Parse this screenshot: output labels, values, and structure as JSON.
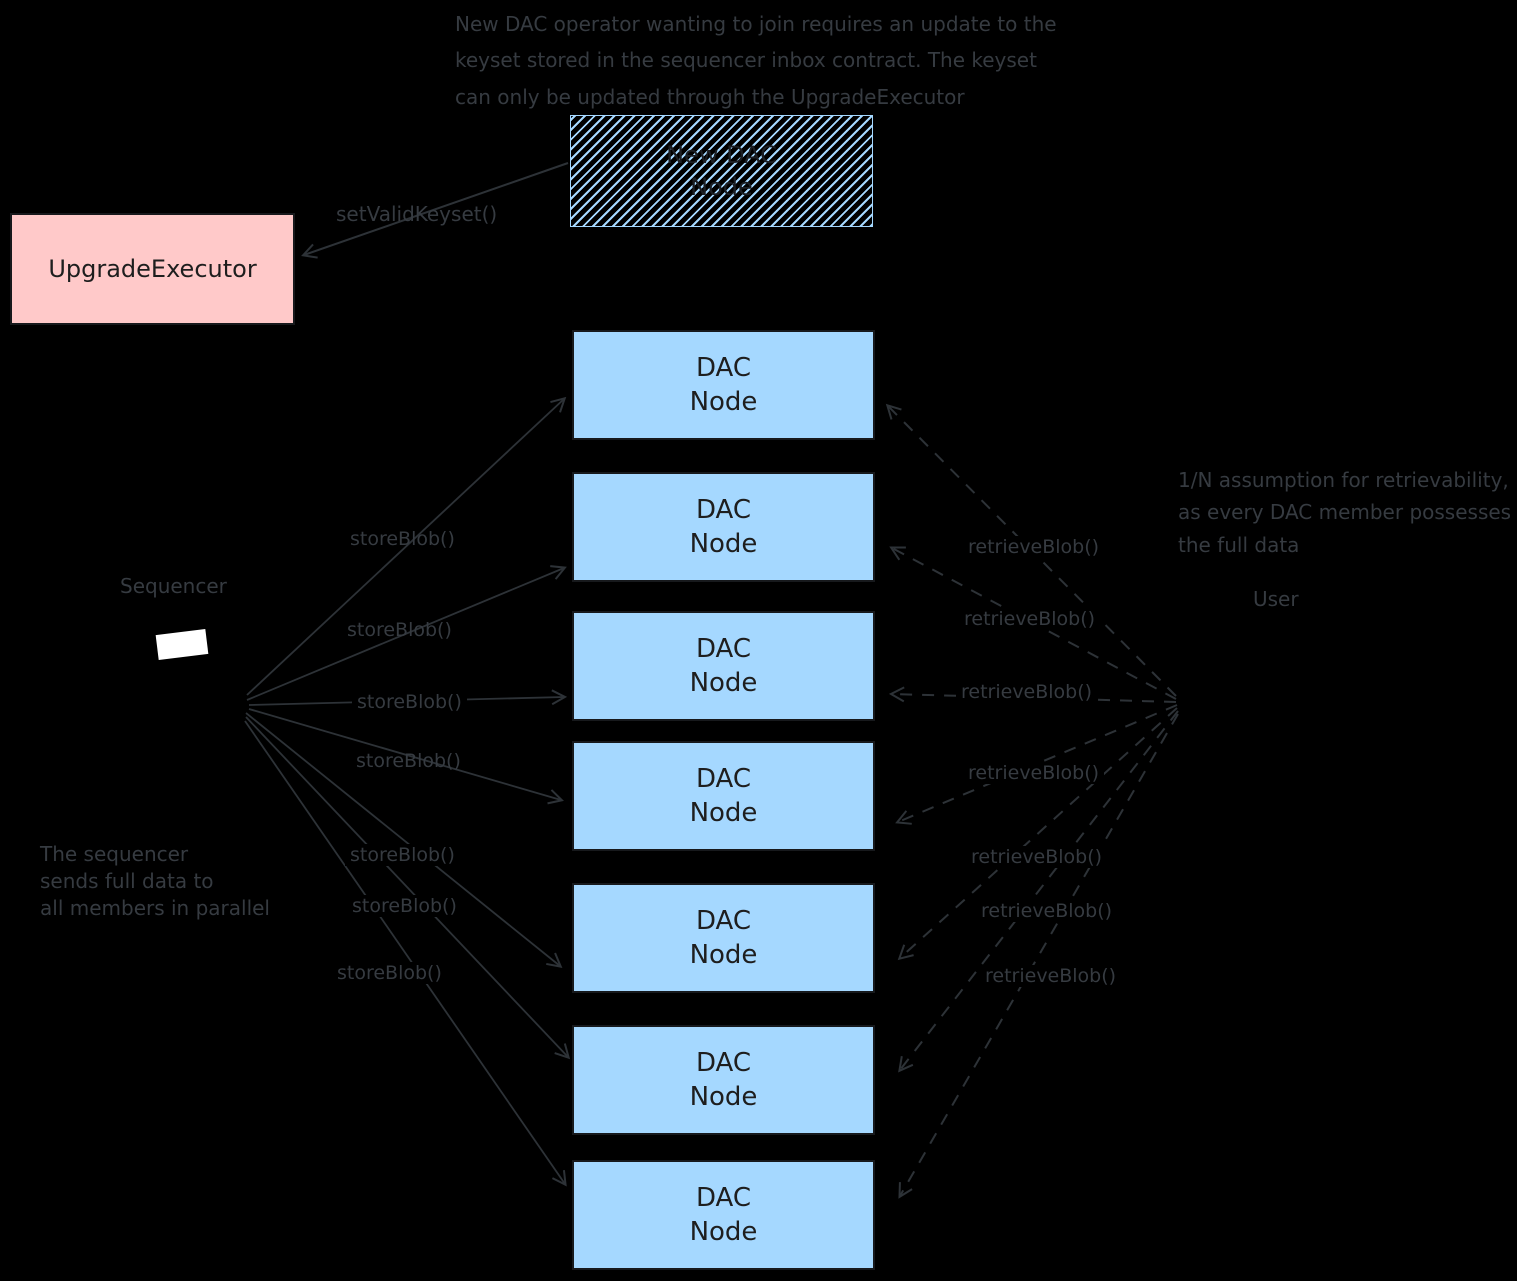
{
  "diagram": {
    "background": "#000000",
    "colors": {
      "dac_node_fill": "#a5d8ff",
      "upgrade_executor_fill": "#ffc9c9",
      "sequencer_shape_fill": "#ffffff",
      "annotation_text": "#363b41",
      "arrow_stroke": "#2d3237",
      "box_text": "#1e1e1e"
    },
    "notes": {
      "keyset_note": "New DAC operator wanting to join requires an update to the\nkeyset stored in the sequencer inbox contract. The keyset\ncan only be updated through the UpgradeExecutor",
      "retrievability_note": "1/N assumption for retrievability,\nas every DAC member possesses\nthe full data",
      "parallel_note": "The sequencer\nsends full data to\nall members in parallel"
    },
    "actors": {
      "sequencer": "Sequencer",
      "user": "User"
    },
    "nodes": {
      "upgrade_executor": "UpgradeExecutor",
      "new_dac_node": "New DAC\nNode",
      "dac_node_count": 7,
      "dac_nodes": [
        "DAC\nNode",
        "DAC\nNode",
        "DAC\nNode",
        "DAC\nNode",
        "DAC\nNode",
        "DAC\nNode",
        "DAC\nNode"
      ]
    },
    "calls": {
      "set_valid_keyset": "setValidKeyset()",
      "store_blob": [
        "storeBlob()",
        "storeBlob()",
        "storeBlob()",
        "storeBlob()",
        "storeBlob()",
        "storeBlob()",
        "storeBlob()"
      ],
      "retrieve_blob": [
        "retrieveBlob()",
        "retrieveBlob()",
        "retrieveBlob()",
        "retrieveBlob()",
        "retrieveBlob()",
        "retrieveBlob()",
        "retrieveBlob()"
      ]
    }
  }
}
